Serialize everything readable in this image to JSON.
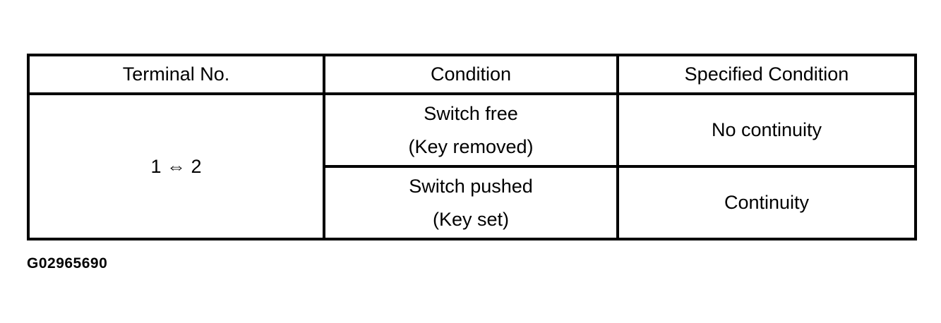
{
  "table": {
    "headers": [
      "Terminal No.",
      "Condition",
      "Specified Condition"
    ],
    "terminal": "1 ⇔ 2",
    "rows": [
      {
        "condition": [
          "Switch free",
          "(Key removed)"
        ],
        "specified": "No continuity"
      },
      {
        "condition": [
          "Switch pushed",
          "(Key set)"
        ],
        "specified": "Continuity"
      }
    ]
  },
  "figure_id": "G02965690",
  "colors": {
    "border": "#000000",
    "text": "#000000",
    "background": "#ffffff"
  }
}
